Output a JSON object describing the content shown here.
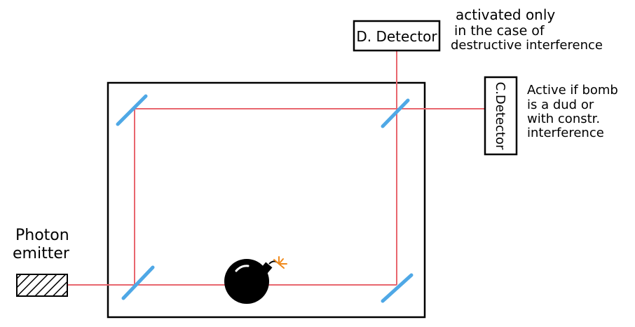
{
  "labels": {
    "photon_emitter_line1": "Photon",
    "photon_emitter_line2": "emitter",
    "d_detector": "D. Detector",
    "c_detector": "C.Detector",
    "d_note_line1": "activated only",
    "d_note_line2": "in the case of",
    "d_note_line3": "destructive interference",
    "c_note_line1": "Active if bomb",
    "c_note_line2": "is a dud or",
    "c_note_line3": "with constr.",
    "c_note_line4": "interference"
  },
  "colors": {
    "beam": "#e8666e",
    "mirror": "#4fa8e6",
    "outline": "#000000",
    "bomb": "#000000",
    "spark": "#f08a1c"
  },
  "icons": {
    "emitter": "hatched-rectangle",
    "bomb": "bomb-icon",
    "mirror": "diagonal-mirror"
  }
}
